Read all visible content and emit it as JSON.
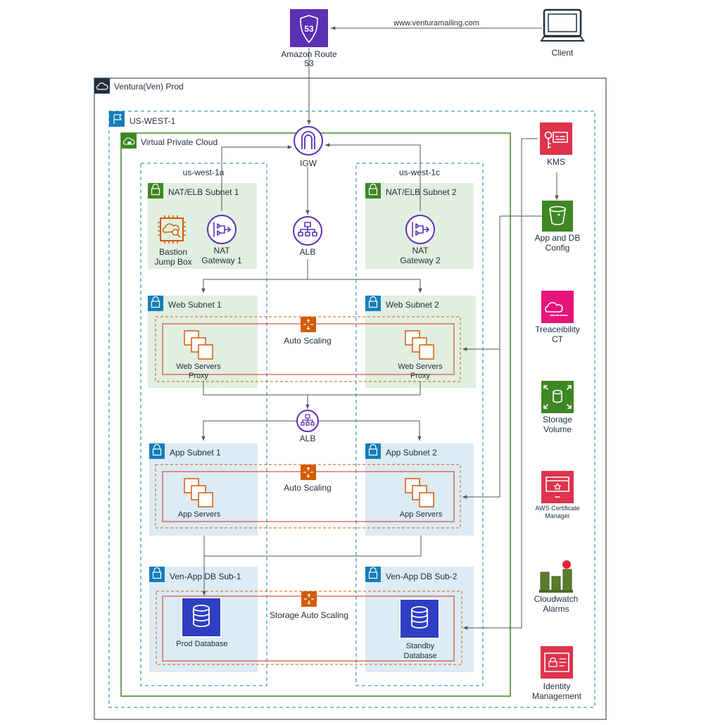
{
  "client": {
    "label": "Client",
    "url": "www.venturamailing.com"
  },
  "route53": {
    "label_line1": "Amazon Route",
    "label_line2": "53",
    "badge": "53"
  },
  "account": {
    "label": "Ventura(Ven) Prod"
  },
  "region": {
    "label": "US-WEST-1"
  },
  "vpc": {
    "label": "Virtual Private Cloud"
  },
  "igw": {
    "label": "IGW"
  },
  "az": {
    "a": "us-west-1a",
    "c": "us-west-1c"
  },
  "subnets": {
    "nat1": "NAT/ELB  Subnet 1",
    "nat2": "NAT/ELB  Subnet 2",
    "web1": "Web Subnet 1",
    "web2": "Web Subnet 2",
    "app1": "App Subnet 1",
    "app2": "App Subnet 2",
    "db1": "Ven-App DB Sub-1",
    "db2": "Ven-App DB Sub-2"
  },
  "nodes": {
    "bastion_l1": "Bastion",
    "bastion_l2": "Jump Box",
    "nat1_l1": "NAT",
    "nat1_l2": "Gateway 1",
    "nat2_l1": "NAT",
    "nat2_l2": "Gateway 2",
    "alb_top": "ALB",
    "alb_mid": "ALB",
    "web1_l1": "Web Servers",
    "web1_l2": "Proxy",
    "web2_l1": "Web Servers",
    "web2_l2": "Proxy",
    "app1": "App Servers",
    "app2": "App Servers",
    "prod_db": "Prod Database",
    "standby_l1": "Standby",
    "standby_l2": "Database"
  },
  "scaling": {
    "web": "Auto Scaling",
    "app": "Auto Scaling",
    "db": "Storage Auto Scaling"
  },
  "services": {
    "kms": "KMS",
    "config_l1": "App and DB",
    "config_l2": "Config",
    "trace_l1": "Treaceibility",
    "trace_l2": "CT",
    "storage_l1": "Storage",
    "storage_l2": "Volume",
    "acm_l1": "AWS Certificate",
    "acm_l2": "Manager",
    "cw_l1": "Cloudwatch",
    "cw_l2": "Alarms",
    "iam_l1": "Identity",
    "iam_l2": "Management"
  },
  "colors": {
    "route53": "#5a30b5",
    "network_purple": "#5a30b5",
    "compute_orange": "#d45b07",
    "database_blue": "#2e3fc4",
    "security_red": "#dd344c",
    "storage_green": "#3f8624",
    "management_pink": "#e7157b",
    "public_subnet_fill": "#e1efe0",
    "private_subnet_fill": "#dcebf4",
    "region_border": "#147eba",
    "vpc_border": "#3f8624",
    "autoscaling_border": "#d45b07",
    "target_group_border": "#d13212"
  }
}
